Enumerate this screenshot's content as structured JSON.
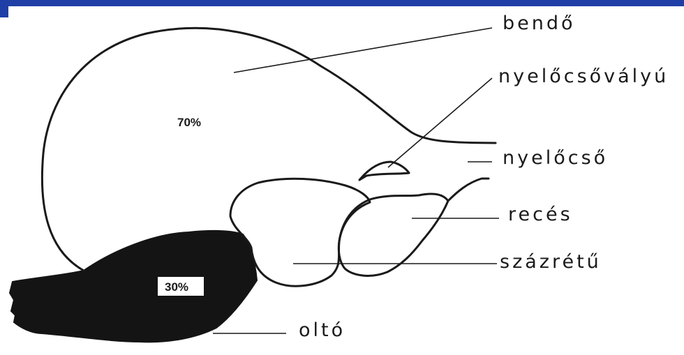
{
  "colors": {
    "bar": "#1f3fa6",
    "ink": "#1a1a1a",
    "background": "#ffffff"
  },
  "labels": {
    "bendo": "bendő",
    "nyelocsovalyu": "nyelőcsővályú",
    "nyelocso": "nyelőcső",
    "reces": "recés",
    "szazretu": "százrétű",
    "oltd": "oltó"
  },
  "percentages": {
    "rumen": "70%",
    "abomasum": "30%"
  }
}
